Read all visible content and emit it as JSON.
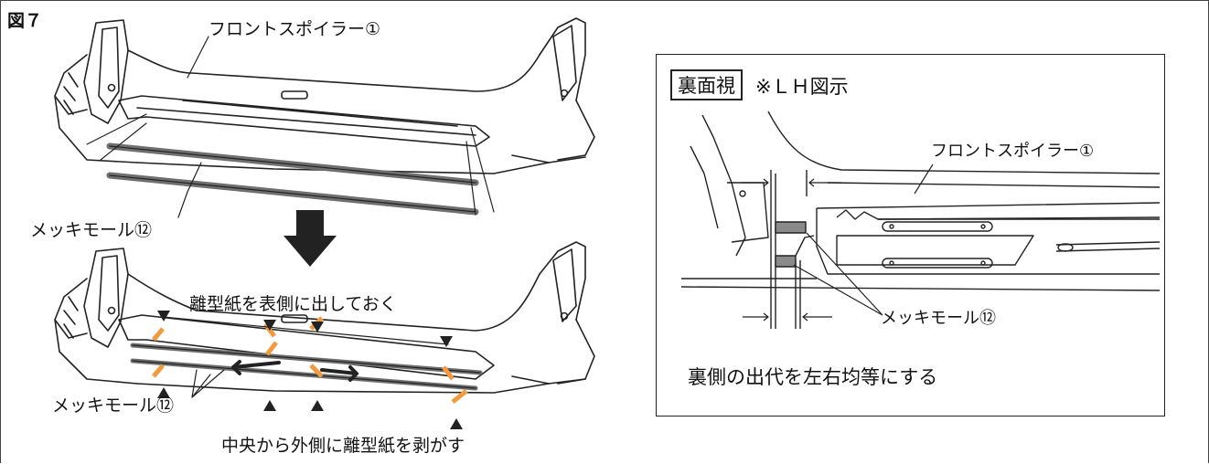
{
  "figure": {
    "label": "図７"
  },
  "main": {
    "spoiler_label_top": "フロントスポイラー①",
    "molding_label_top": "メッキモール⑫",
    "paper_note": "離型紙を表側に出しておく",
    "molding_label_bottom": "メッキモール⑫",
    "peel_note": "中央から外側に離型紙を剥がす"
  },
  "inset": {
    "view_label": "裏面視",
    "note_lh": "※ＬＨ図示",
    "spoiler_label": "フロントスポイラー①",
    "molding_label": "メッキモール⑫",
    "instruction": "裏側の出代を左右均等にする"
  },
  "colors": {
    "tape": "#f39a3c",
    "molding": "#6f6f6f",
    "line": "#222222"
  }
}
